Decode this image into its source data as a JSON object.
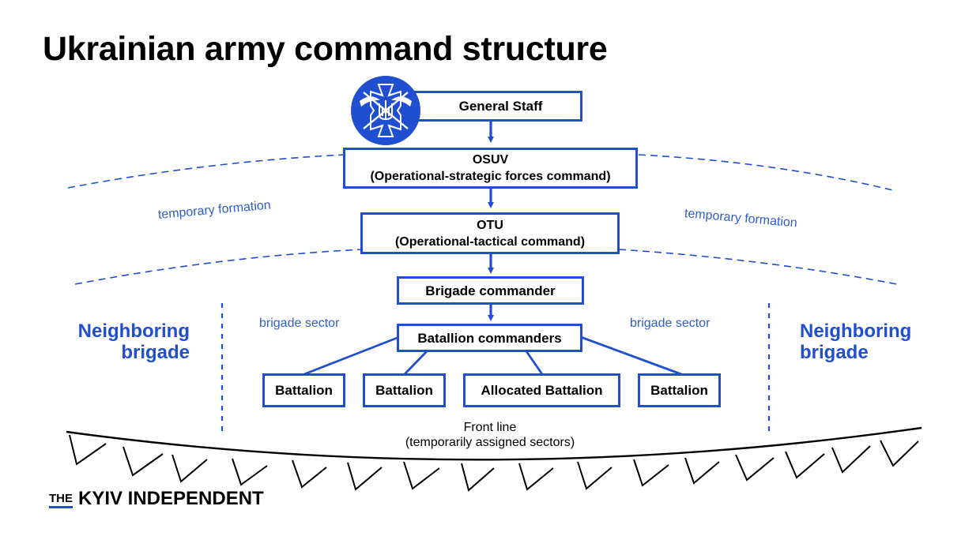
{
  "title": "Ukrainian army command structure",
  "colors": {
    "accent": "#1f4fd0",
    "text": "#000000"
  },
  "emblem": {
    "icon": "armed-forces-emblem-icon"
  },
  "boxes": {
    "general_staff": "General Staff",
    "osuv_abbr": "OSUV",
    "osuv_full": "(Operational-strategic forces command)",
    "otu_abbr": "OTU",
    "otu_full": "(Operational-tactical command)",
    "brigade_commander": "Brigade commander",
    "battalion_commanders": "Batallion commanders",
    "battalions": [
      "Battalion",
      "Battalion",
      "Allocated Battalion",
      "Battalion"
    ]
  },
  "annotations": {
    "temporary_formation_left": "temporary formation",
    "temporary_formation_right": "temporary formation",
    "brigade_sector_left": "brigade sector",
    "brigade_sector_right": "brigade sector",
    "neighboring_left": [
      "Neighboring",
      "brigade"
    ],
    "neighboring_right": [
      "Neighboring",
      "brigade"
    ],
    "front_line": "Front line",
    "front_line_sub": "(temporarily assigned sectors)"
  },
  "footer": {
    "prefix": "THE",
    "brand": "KYIV INDEPENDENT"
  }
}
